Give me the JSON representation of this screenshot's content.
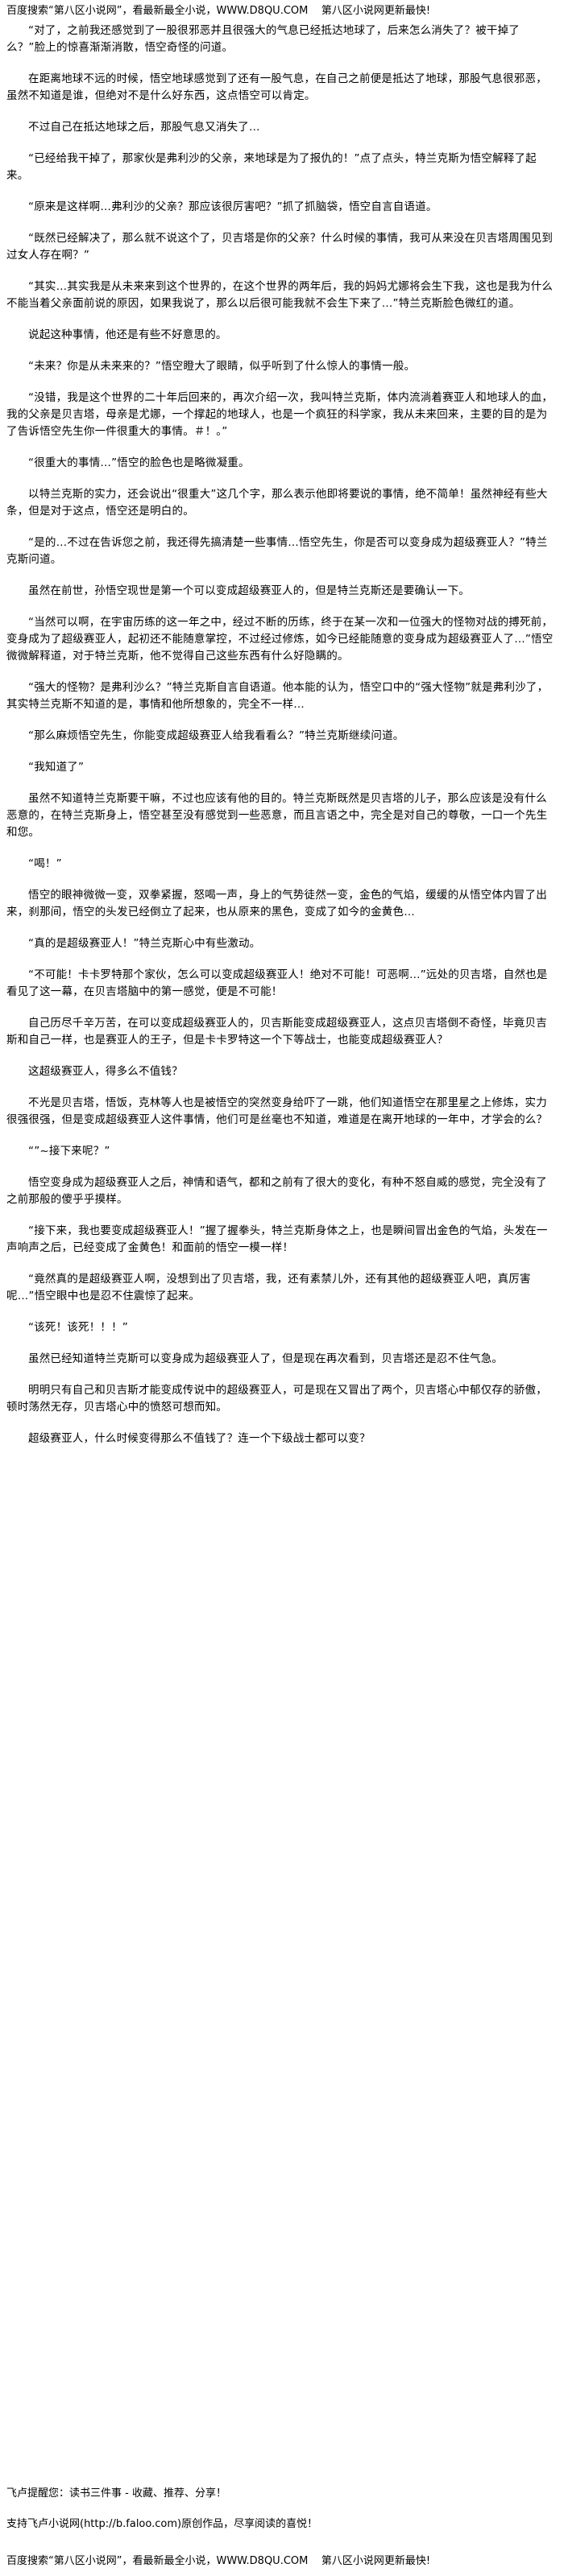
{
  "header": {
    "site_promo": "百度搜索“第八区小说网”，看最新最全小说，WWW.D8QU.COM",
    "site_update": "第八区小说网更新最快!"
  },
  "paragraphs": [
    "“对了，之前我还感觉到了一股很邪恶并且很强大的气息已经抵达地球了，后来怎么消失了？被干掉了么？”脸上的惊喜渐渐消散，悟空奇怪的问道。",
    "在距离地球不远的时候，悟空地球感觉到了还有一股气息，在自己之前便是抵达了地球，那股气息很邪恶，虽然不知道是谁，但绝对不是什么好东西，这点悟空可以肯定。",
    "不过自己在抵达地球之后，那股气息又消失了…",
    "“已经给我干掉了，那家伙是弗利沙的父亲，来地球是为了报仇的！”点了点头，特兰克斯为悟空解释了起来。",
    "“原来是这样啊…弗利沙的父亲？那应该很厉害吧？”抓了抓脑袋，悟空自言自语道。",
    "“既然已经解决了，那么就不说这个了，贝吉塔是你的父亲？什么时候的事情，我可从来没在贝吉塔周围见到过女人存在啊？”",
    "“其实…其实我是从未来来到这个世界的，在这个世界的两年后，我的妈妈尤娜将会生下我，这也是我为什么不能当着父亲面前说的原因，如果我说了，那么以后很可能我就不会生下来了…”特兰克斯脸色微红的道。",
    "说起这种事情，他还是有些不好意思的。",
    "“未来？你是从未来来的？”悟空瞪大了眼睛，似乎听到了什么惊人的事情一般。",
    "“没错，我是这个世界的二十年后回来的，再次介绍一次，我叫特兰克斯，体内流淌着赛亚人和地球人的血，我的父亲是贝吉塔，母亲是尤娜，一个撑起的地球人，也是一个疯狂的科学家，我从未来回来，主要的目的是为了告诉悟空先生你一件很重大的事情。＃！。”",
    "“很重大的事情…”悟空的脸色也是略微凝重。",
    "以特兰克斯的实力，还会说出“很重大”这几个字，那么表示他即将要说的事情，绝不简单！虽然神经有些大条，但是对于这点，悟空还是明白的。",
    "“是的…不过在告诉您之前，我还得先搞清楚一些事情…悟空先生，你是否可以变身成为超级赛亚人？”特兰克斯问道。",
    "虽然在前世，孙悟空现世是第一个可以变成超级赛亚人的，但是特兰克斯还是要确认一下。",
    "“当然可以啊，在宇宙历练的这一年之中，经过不断的历练，终于在某一次和一位强大的怪物对战的搏死前，变身成为了超级赛亚人，起初还不能随意掌控，不过经过修炼，如今已经能随意的变身成为超级赛亚人了…”悟空微微解释道，对于特兰克斯，他不觉得自己这些东西有什么好隐瞒的。",
    "“强大的怪物？是弗利沙么？”特兰克斯自言自语道。他本能的认为，悟空口中的“强大怪物”就是弗利沙了，其实特兰克斯不知道的是，事情和他所想象的，完全不一样…",
    "“那么麻烦悟空先生，你能变成超级赛亚人给我看看么？”特兰克斯继续问道。",
    "“我知道了”",
    "虽然不知道特兰克斯要干嘛，不过也应该有他的目的。特兰克斯既然是贝吉塔的儿子，那么应该是没有什么恶意的，在特兰克斯身上，悟空甚至没有感觉到一些恶意，而且言语之中，完全是对自己的尊敬，一口一个先生和您。",
    "“喝！”",
    "悟空的眼神微微一变，双拳紧握，怒喝一声，身上的气势徒然一变，金色的气焰，缓缓的从悟空体内冒了出来，刹那间，悟空的头发已经倒立了起来，也从原来的黑色，变成了如今的金黄色…",
    "“真的是超级赛亚人！”特兰克斯心中有些激动。",
    "“不可能！卡卡罗特那个家伙，怎么可以变成超级赛亚人！绝对不可能！可恶啊…”远处的贝吉塔，自然也是看见了这一幕，在贝吉塔脑中的第一感觉，便是不可能！",
    "自己历尽千辛万苦，在可以变成超级赛亚人的，贝吉斯能变成超级赛亚人，这点贝吉塔倒不奇怪，毕竟贝吉斯和自己一样，也是赛亚人的王子，但是卡卡罗特这一个下等战士，也能变成超级赛亚人？",
    "这超级赛亚人，得多么不值钱？",
    "不光是贝吉塔，悟饭，克林等人也是被悟空的突然变身给吓了一跳，他们知道悟空在那里星之上修炼，实力很强很强，但是变成超级赛亚人这件事情，他们可是丝毫也不知道，难道是在离开地球的一年中，才学会的么？",
    "“”~接下来呢？”",
    "悟空变身成为超级赛亚人之后，神情和语气，都和之前有了很大的变化，有种不怒自威的感觉，完全没有了之前那般的傻乎乎摸样。",
    "“接下来，我也要变成超级赛亚人！”握了握拳头，特兰克斯身体之上，也是瞬间冒出金色的气焰，头发在一声响声之后，已经变成了金黄色！和面前的悟空一模一样！",
    "“竟然真的是超级赛亚人啊，没想到出了贝吉塔，我，还有素禁儿外，还有其他的超级赛亚人吧，真厉害呢…”悟空眼中也是忍不住震惊了起来。",
    "“该死！该死！！！”",
    "虽然已经知道特兰克斯可以变身成为超级赛亚人了，但是现在再次看到，贝吉塔还是忍不住气急。",
    "明明只有自己和贝吉斯才能变成传说中的超级赛亚人，可是现在又冒出了两个，贝吉塔心中郁仅存的骄傲，顿时荡然无存，贝吉塔心中的愤怒可想而知。",
    "超级赛亚人，什么时候变得那么不值钱了？连一个下级战士都可以变？"
  ],
  "tail": {
    "note": "飞卢提醒您：读书三件事 - 收藏、推荐、分享！",
    "support": "支持飞卢小说网(http://b.faloo.com)原创作品，尽享阅读的喜悦！"
  },
  "footer": {
    "site_promo": "百度搜索“第八区小说网”，看最新最全小说，WWW.D8QU.COM",
    "site_update": "第八区小说网更新最快!"
  }
}
